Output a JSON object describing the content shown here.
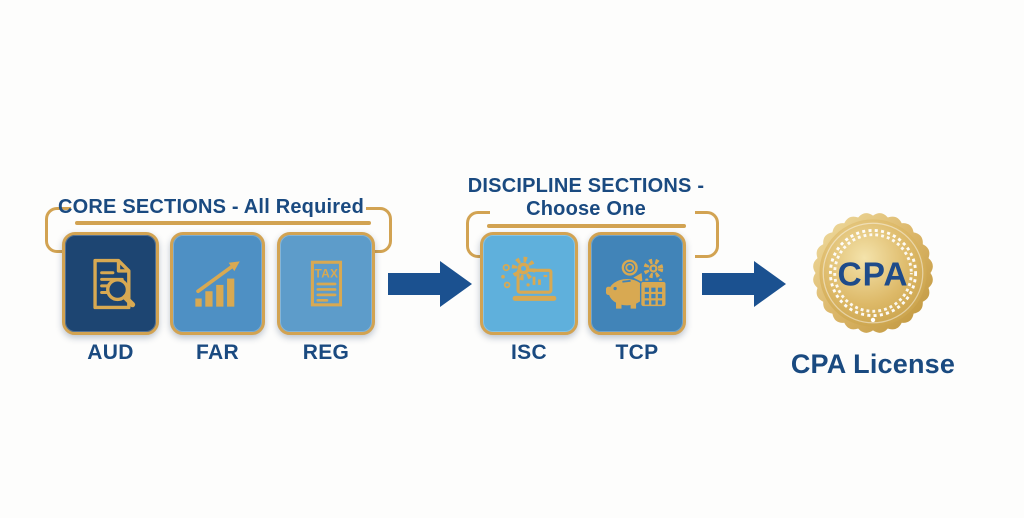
{
  "core_group": {
    "title": "CORE SECTIONS - All Required",
    "sections": [
      {
        "code": "AUD",
        "icon": "audit-document-magnifier-icon"
      },
      {
        "code": "FAR",
        "icon": "growth-bar-chart-icon"
      },
      {
        "code": "REG",
        "icon": "tax-document-icon"
      }
    ]
  },
  "discipline_group": {
    "title_line1": "DISCIPLINE SECTIONS -",
    "title_line2": "Choose One",
    "sections": [
      {
        "code": "ISC",
        "icon": "laptop-gear-technology-icon"
      },
      {
        "code": "TCP",
        "icon": "piggy-bank-calendar-icon"
      }
    ]
  },
  "result": {
    "badge_text": "CPA",
    "label": "CPA License",
    "icon": "gold-seal-badge"
  },
  "arrows": {
    "icon": "right-block-arrow",
    "count": 2
  },
  "colors": {
    "background": "#fdfdfc",
    "heading_text": "#1a4a80",
    "gold_accent": "#d2a352",
    "gold_icon": "#d8a952",
    "arrow_blue": "#1b5190",
    "aud_box": "#1d4572",
    "far_box": "#4e90c4",
    "reg_box": "#5d9cca",
    "isc_box": "#5fb0dc",
    "tcp_box": "#4184b8",
    "badge_gold": "#d9b264",
    "badge_text": "#1e4b8a"
  }
}
